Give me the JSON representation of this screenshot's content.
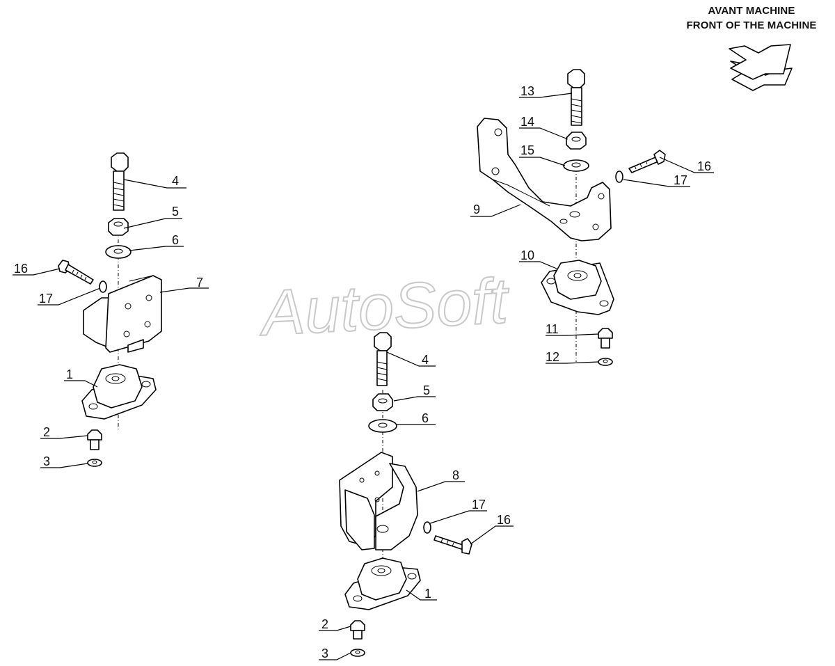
{
  "header": {
    "line1": "AVANT MACHINE",
    "line2": "FRONT OF THE MACHINE"
  },
  "watermark": "AutoSoft",
  "direction_icon": "front-direction-arrow-icon",
  "callouts": {
    "left": {
      "c1": "1",
      "c2": "2",
      "c3": "3",
      "c4": "4",
      "c5": "5",
      "c6": "6",
      "c7": "7",
      "c16": "16",
      "c17": "17"
    },
    "center": {
      "c1": "1",
      "c2": "2",
      "c3": "3",
      "c4": "4",
      "c5": "5",
      "c6": "6",
      "c8": "8",
      "c16": "16",
      "c17": "17"
    },
    "right": {
      "c9": "9",
      "c10": "10",
      "c11": "11",
      "c12": "12",
      "c13": "13",
      "c14": "14",
      "c15": "15",
      "c16": "16",
      "c17": "17"
    }
  }
}
